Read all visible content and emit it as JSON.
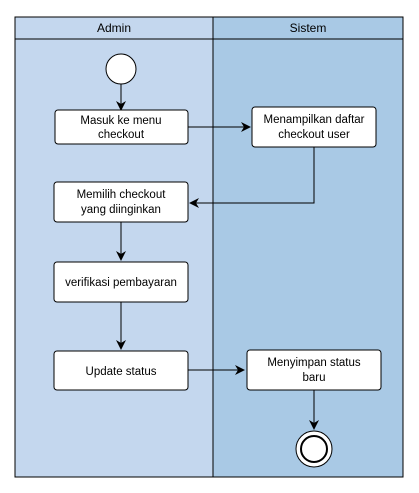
{
  "diagram": {
    "lanes": [
      {
        "title": "Admin",
        "color": "#c4d7ee"
      },
      {
        "title": "Sistem",
        "color": "#a9c9e5"
      }
    ],
    "actions": [
      {
        "id": "masuk",
        "lines": [
          "Masuk ke menu",
          "checkout"
        ]
      },
      {
        "id": "menampilkan",
        "lines": [
          "Menampilkan daftar",
          "checkout user"
        ]
      },
      {
        "id": "memilih",
        "lines": [
          "Memilih checkout",
          "yang diinginkan"
        ]
      },
      {
        "id": "verifikasi",
        "lines": [
          "verifikasi pembayaran"
        ]
      },
      {
        "id": "update",
        "lines": [
          "Update status"
        ]
      },
      {
        "id": "menyimpan",
        "lines": [
          "Menyimpan status",
          "baru"
        ]
      }
    ],
    "colors": {
      "border": "#000000",
      "node_fill": "#ffffff",
      "start_node": "#ffffff",
      "end_node": "#ffffff"
    }
  }
}
